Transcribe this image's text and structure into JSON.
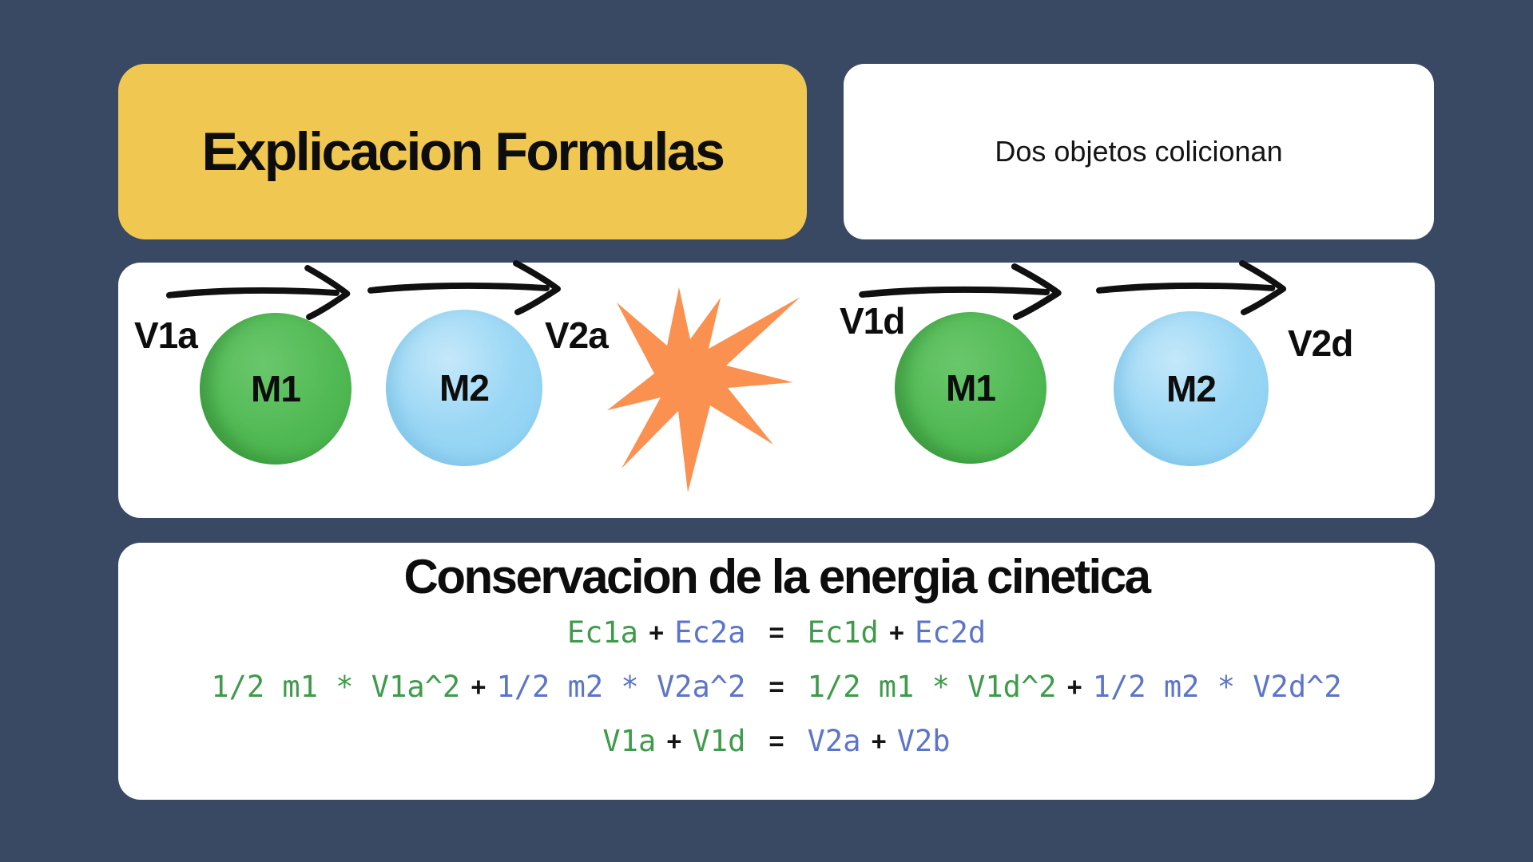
{
  "colors": {
    "navy": "#394964",
    "yellow": "#F0C750",
    "green_ball": "#4FB852",
    "blue_ball": "#93D5F3",
    "orange": "#FA9150",
    "green_text": "#3F9B4B",
    "blue_text": "#5C75C8"
  },
  "title_card": {
    "label": "Explicacion Formulas"
  },
  "note_card": {
    "label": "Dos objetos colicionan"
  },
  "collision_panel": {
    "before": {
      "v1": "V1a",
      "m1": "M1",
      "m2": "M2",
      "v2": "V2a"
    },
    "after": {
      "v1": "V1d",
      "m1": "M1",
      "m2": "M2",
      "v2": "V2d"
    }
  },
  "formulas_panel": {
    "heading": "Conservacion de la energia cinetica",
    "equations": [
      {
        "tokens": [
          {
            "t": "Ec1a",
            "c": "green"
          },
          {
            "t": "+",
            "c": "op"
          },
          {
            "t": "Ec2a",
            "c": "blue"
          },
          {
            "t": "=",
            "c": "op"
          },
          {
            "t": "Ec1d",
            "c": "green"
          },
          {
            "t": "+",
            "c": "op"
          },
          {
            "t": "Ec2d",
            "c": "blue"
          }
        ]
      },
      {
        "tokens": [
          {
            "t": "1/2 m1 * V1a^2",
            "c": "green"
          },
          {
            "t": "+",
            "c": "op"
          },
          {
            "t": "1/2 m2 * V2a^2",
            "c": "blue"
          },
          {
            "t": "=",
            "c": "op"
          },
          {
            "t": "1/2 m1 * V1d^2",
            "c": "green"
          },
          {
            "t": "+",
            "c": "op"
          },
          {
            "t": "1/2 m2 * V2d^2",
            "c": "blue"
          }
        ]
      },
      {
        "tokens": [
          {
            "t": "V1a",
            "c": "green"
          },
          {
            "t": "+",
            "c": "op"
          },
          {
            "t": "V1d",
            "c": "green"
          },
          {
            "t": "=",
            "c": "op"
          },
          {
            "t": "V2a",
            "c": "blue"
          },
          {
            "t": "+",
            "c": "op"
          },
          {
            "t": "V2b",
            "c": "blue"
          }
        ]
      }
    ]
  }
}
